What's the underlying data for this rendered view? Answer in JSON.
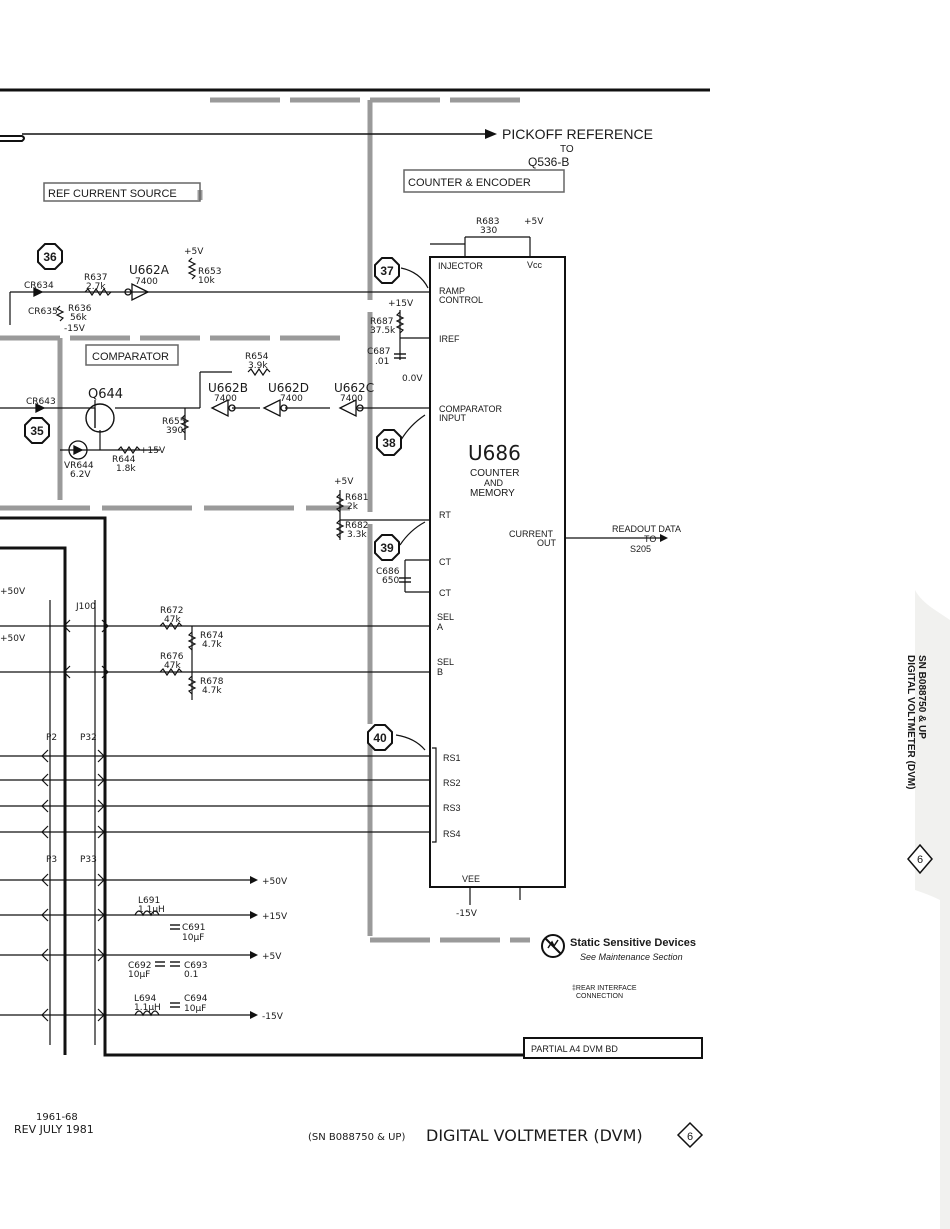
{
  "header": {
    "pickoff_reference": "PICKOFF REFERENCE",
    "pickoff_to": "TO",
    "pickoff_target": "Q536-B"
  },
  "blocks": {
    "ref_current_source": "REF CURRENT SOURCE",
    "counter_encoder": "COUNTER & ENCODER",
    "comparator": "COMPARATOR"
  },
  "test_points": [
    "36",
    "37",
    "35",
    "38",
    "39",
    "40"
  ],
  "power_labels": {
    "p5v": "+5V",
    "p15v": "+15V",
    "n15v": "-15V",
    "p50v": "+50V"
  },
  "components": {
    "u662a": {
      "name": "U662A",
      "part": "7400"
    },
    "u662b": {
      "name": "U662B",
      "part": "7400"
    },
    "u662d": {
      "name": "U662D",
      "part": "7400"
    },
    "u662c": {
      "name": "U662C",
      "part": "7400"
    },
    "q644": "Q644",
    "r683": {
      "name": "R683",
      "value": "330"
    },
    "r653": {
      "name": "R653",
      "value": "10k"
    },
    "r637": {
      "name": "R637",
      "value": "2.7k"
    },
    "r636": {
      "name": "R636",
      "value": "56k"
    },
    "cr634": "CR634",
    "cr635": "CR635",
    "r687": {
      "name": "R687",
      "value": "37.5k"
    },
    "c687": {
      "name": "C687",
      "value": ".01"
    },
    "zero_v": "0.0V",
    "r654": {
      "name": "R654",
      "value": "3.9k"
    },
    "r655": {
      "name": "R655",
      "value": "390"
    },
    "cr643": "CR643",
    "vr644": {
      "name": "VR644",
      "value": "6.2V"
    },
    "r644": {
      "name": "R644",
      "value": "1.8k"
    },
    "r681": {
      "name": "R681",
      "value": "2k"
    },
    "r682": {
      "name": "R682",
      "value": "3.3k"
    },
    "c686": {
      "name": "C686",
      "value": "650"
    },
    "r672": {
      "name": "R672",
      "value": "47k"
    },
    "r674": {
      "name": "R674",
      "value": "4.7k"
    },
    "r676": {
      "name": "R676",
      "value": "47k"
    },
    "r678": {
      "name": "R678",
      "value": "4.7k"
    },
    "j100": "J100",
    "p2": "P2",
    "p32": "P32",
    "p3": "P3",
    "p33": "P33",
    "l691": {
      "name": "L691",
      "value": "1.1µH"
    },
    "c691": {
      "name": "C691",
      "value": "10µF"
    },
    "c692": {
      "name": "C692",
      "value": "10µF"
    },
    "c693": {
      "name": "C693",
      "value": "0.1"
    },
    "l694": {
      "name": "L694",
      "value": "1.1µH"
    },
    "c694": {
      "name": "C694",
      "value": "10µF"
    }
  },
  "ic": {
    "name": "U686",
    "desc1": "COUNTER",
    "desc2": "AND",
    "desc3": "MEMORY",
    "pins": {
      "injector": "INJECTOR",
      "vcc": "Vcc",
      "ramp1": "RAMP",
      "ramp2": "CONTROL",
      "iref": "IREF",
      "comp1": "COMPARATOR",
      "comp2": "INPUT",
      "rt": "RT",
      "ct": "CT",
      "sela1": "SEL",
      "sela2": "A",
      "selb1": "SEL",
      "selb2": "B",
      "rs1": "RS1",
      "rs2": "RS2",
      "rs3": "RS3",
      "rs4": "RS4",
      "current1": "CURRENT",
      "current2": "OUT",
      "vee": "VEE"
    }
  },
  "readout": {
    "line1": "READOUT DATA",
    "line2": "TO",
    "line3": "S205"
  },
  "static": {
    "title": "Static Sensitive Devices",
    "sub": "See Maintenance Section"
  },
  "note": {
    "line1": "‡REAR INTERFACE",
    "line2": "CONNECTION"
  },
  "board_label": "PARTIAL A4 DVM BD",
  "footer": {
    "code": "1961-68",
    "rev": "REV JULY 1981",
    "title_prefix": "(SN B088750 & UP)",
    "title": "DIGITAL VOLTMETER (DVM)",
    "page_num": "6"
  },
  "side_tab": {
    "line1": "SN B088750 & UP",
    "line2": "DIGITAL VOLTMETER (DVM)",
    "num": "6"
  }
}
